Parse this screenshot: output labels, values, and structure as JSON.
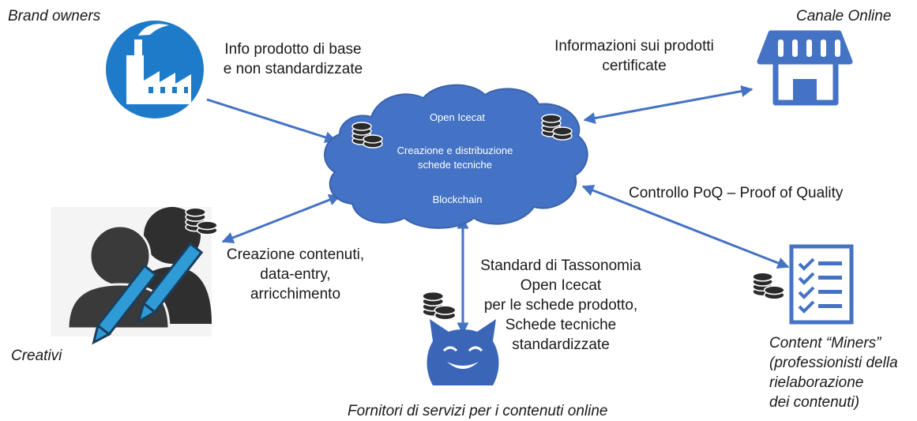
{
  "actors": {
    "brand_owners": "Brand owners",
    "canale_online": "Canale Online",
    "creativi": "Creativi",
    "fornitori": "Fornitori di servizi per i contenuti online",
    "miners_lines": [
      "Content “Miners”",
      "(professionisti della",
      "rielaborazione",
      "dei contenuti)"
    ]
  },
  "flows": {
    "brand_lines": [
      "Info prodotto di base",
      "e non standardizzate"
    ],
    "online_lines": [
      "Informazioni sui prodotti",
      "certificate"
    ],
    "poq": "Controllo PoQ – Proof of Quality",
    "creativi_lines": [
      "Creazione contenuti,",
      "data-entry,",
      "arricchimento"
    ],
    "fornitori_lines": [
      "Standard di Tassonomia",
      "Open Icecat",
      "per le schede prodotto,",
      "Schede tecniche",
      "standardizzate"
    ]
  },
  "cloud": {
    "title": "Open Icecat",
    "lines": [
      "Creazione e distribuzione",
      "schede tecniche"
    ],
    "bottom": "Blockchain"
  },
  "colors": {
    "primary_blue": "#4472C4",
    "factory_blue": "#1E7BC9",
    "cat_blue": "#3B66B8",
    "dark_gray": "#2f2f2f"
  },
  "icons": [
    "factory-icon",
    "storefront-icon",
    "creatives-icon",
    "checklist-icon",
    "cat-icon",
    "coins-icon"
  ]
}
